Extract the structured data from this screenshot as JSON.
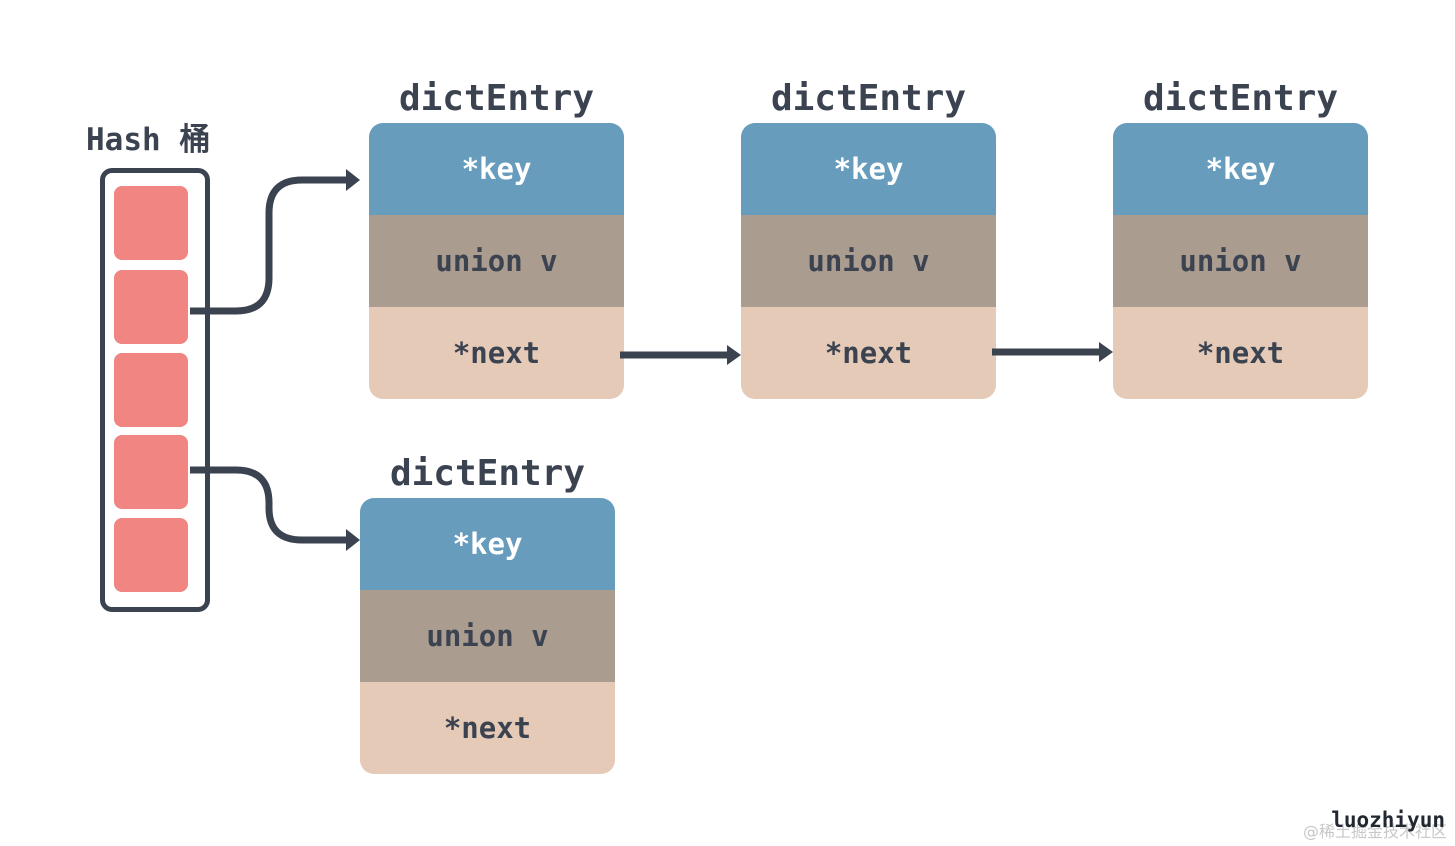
{
  "hash_bucket": {
    "title": "Hash 桶",
    "slot_count": 5
  },
  "entries": [
    {
      "title": "dictEntry",
      "key": "*key",
      "union": "union v",
      "next": "*next"
    },
    {
      "title": "dictEntry",
      "key": "*key",
      "union": "union v",
      "next": "*next"
    },
    {
      "title": "dictEntry",
      "key": "*key",
      "union": "union v",
      "next": "*next"
    },
    {
      "title": "dictEntry",
      "key": "*key",
      "union": "union v",
      "next": "*next"
    }
  ],
  "watermark": {
    "author": "luozhiyun",
    "site": "@稀土掘金技术社区"
  },
  "colors": {
    "key": "#679cbd",
    "union": "#ab9c90",
    "next": "#e6cab8",
    "slot": "#f08582",
    "line": "#3c4350"
  }
}
